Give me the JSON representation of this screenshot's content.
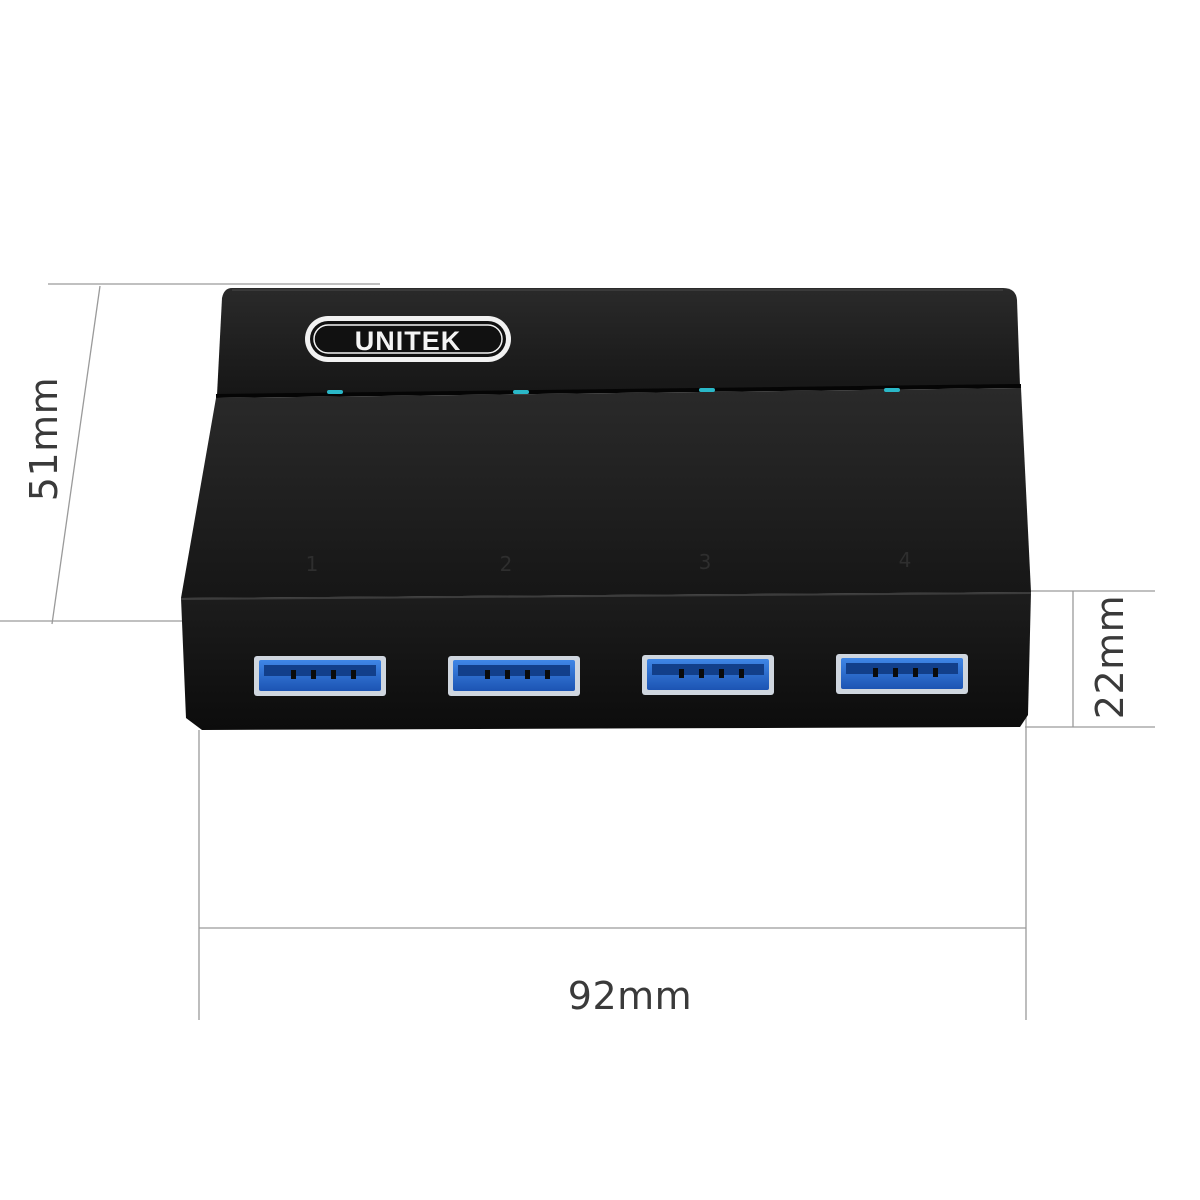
{
  "product": {
    "brand": "UNITEK",
    "port_numbers": [
      "1",
      "2",
      "3",
      "4"
    ],
    "led_color": "#2ab8c8",
    "body_color": "#141414",
    "port_color": "#1f5fbf"
  },
  "dimensions": {
    "depth": "51mm",
    "height": "22mm",
    "width": "92mm"
  }
}
